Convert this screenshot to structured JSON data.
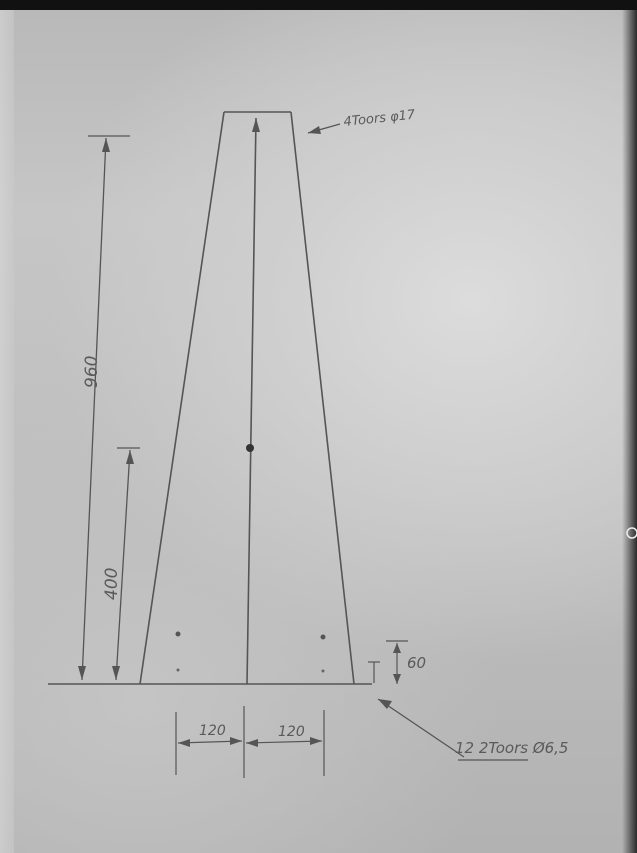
{
  "annotations": {
    "top_note": "4Toors φ17",
    "bottom_note": "12 2Toors Ø6,5"
  },
  "dimensions": {
    "total_height": "960",
    "mid_height": "400",
    "hole_offset": "60",
    "half_width_left": "120",
    "half_width_right": "120"
  }
}
